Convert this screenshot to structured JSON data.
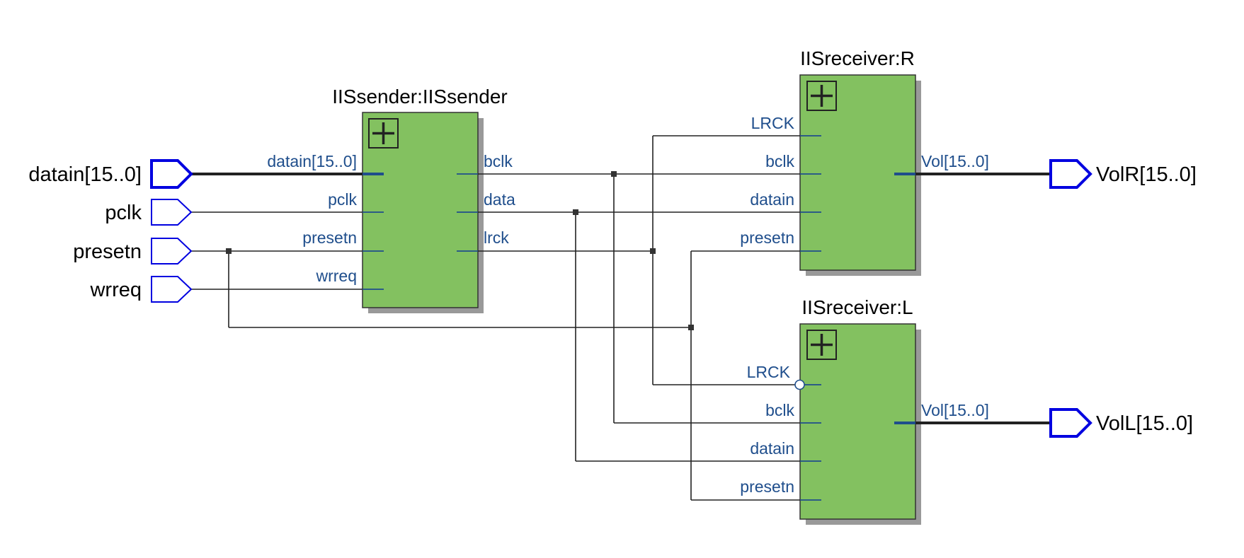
{
  "inputs": [
    {
      "label": "datain[15..0]",
      "bus": true
    },
    {
      "label": "pclk",
      "bus": false
    },
    {
      "label": "presetn",
      "bus": false
    },
    {
      "label": "wrreq",
      "bus": false
    }
  ],
  "outputs": [
    {
      "label": "VolR[15..0]"
    },
    {
      "label": "VolL[15..0]"
    }
  ],
  "blocks": {
    "sender": {
      "title": "IISsender:IISsender",
      "inputs": [
        "datain[15..0]",
        "pclk",
        "presetn",
        "wrreq"
      ],
      "outputs": [
        "bclk",
        "data",
        "lrck"
      ]
    },
    "receiverR": {
      "title": "IISreceiver:R",
      "inputs": [
        "LRCK",
        "bclk",
        "datain",
        "presetn"
      ],
      "outputs": [
        "Vol[15..0]"
      ]
    },
    "receiverL": {
      "title": "IISreceiver:L",
      "inputs": [
        "LRCK",
        "bclk",
        "datain",
        "presetn"
      ],
      "outputs": [
        "Vol[15..0]"
      ]
    }
  },
  "colors": {
    "block_fill": "#83c160",
    "pin_stroke": "#0000e0",
    "port_label": "#1f4e8c",
    "wire": "#222222"
  }
}
